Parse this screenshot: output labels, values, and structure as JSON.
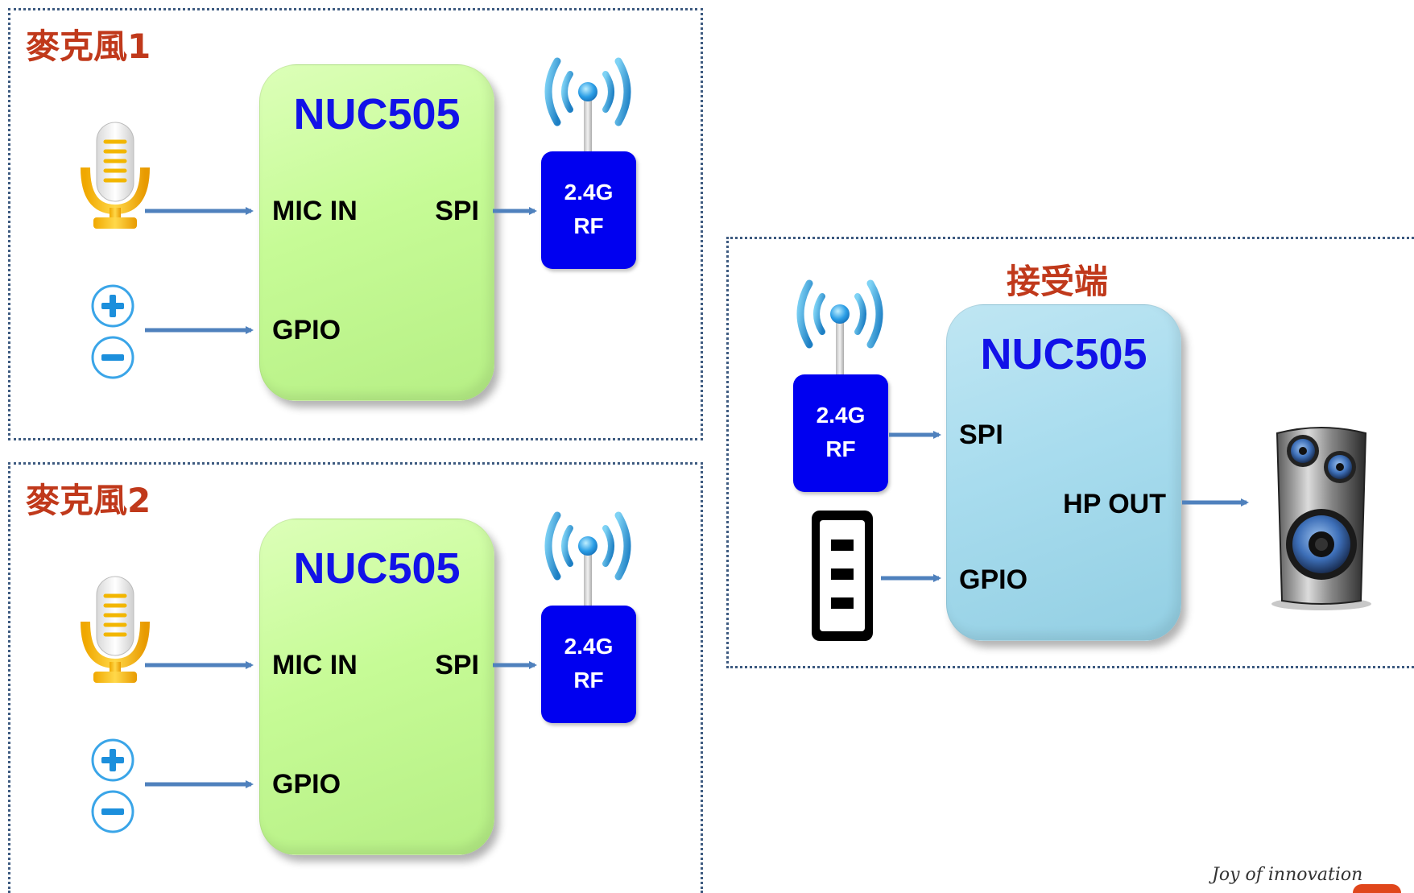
{
  "panels": {
    "mic1": {
      "title": "麥克風1",
      "chip": "NUC505",
      "pin_mic": "MIC IN",
      "pin_spi": "SPI",
      "pin_gpio": "GPIO",
      "rf_line1": "2.4G",
      "rf_line2": "RF"
    },
    "mic2": {
      "title": "麥克風2",
      "chip": "NUC505",
      "pin_mic": "MIC IN",
      "pin_spi": "SPI",
      "pin_gpio": "GPIO",
      "rf_line1": "2.4G",
      "rf_line2": "RF"
    },
    "receiver": {
      "title": "接受端",
      "chip": "NUC505",
      "pin_spi": "SPI",
      "pin_hp": "HP OUT",
      "pin_gpio": "GPIO",
      "rf_line1": "2.4G",
      "rf_line2": "RF"
    }
  },
  "footer": {
    "tagline": "Joy of innovation"
  },
  "colors": {
    "panel_border": "#3d5a80",
    "title": "#c0391b",
    "chip_green": "#c6fb96",
    "chip_blue": "#a8dcee",
    "chip_text": "#1212e8",
    "rf_block": "#0000f0",
    "arrow": "#4f81bd"
  },
  "icons": [
    "microphone-icon",
    "plus-icon",
    "minus-icon",
    "antenna-icon",
    "battery-icon",
    "speaker-icon"
  ]
}
